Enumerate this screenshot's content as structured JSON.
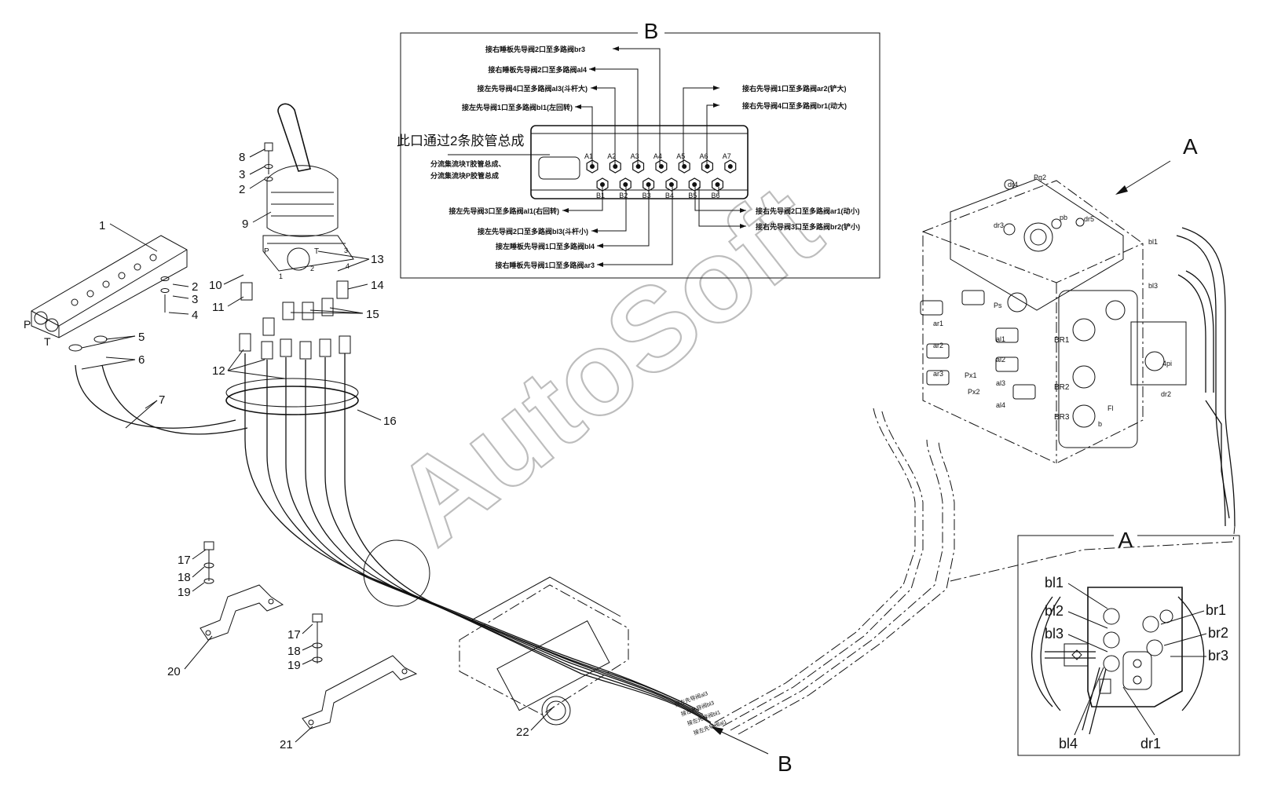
{
  "watermark": "AutoSoft",
  "view_b": {
    "title": "B",
    "port_labels_top": [
      "A1",
      "A2",
      "A3",
      "A4",
      "A5",
      "A6",
      "A7"
    ],
    "port_labels_bottom": [
      "B1",
      "B2",
      "B3",
      "B4",
      "B5",
      "B6"
    ],
    "note_main": "此口通过2条胶管总成",
    "note_sub1": "分流集流块T胶管总成、",
    "note_sub2": "分流集流块P胶管总成",
    "callouts_top": [
      "接右睡板先导阀2口至多路阀br3",
      "接右睡板先导阀2口至多路阀al4",
      "接左先导阀4口至多路阀al3(斗杆大)",
      "接左先导阀1口至多路阀bl1(左回转)"
    ],
    "callouts_right_top": [
      "接右先导阀1口至多路阀ar2(铲大)",
      "接右先导阀4口至多路阀br1(动大)"
    ],
    "callouts_bottom_left": [
      "接左先导阀3口至多路阀al1(右回转)",
      "接左先导阀2口至多路阀bl3(斗杆小)",
      "接左睡板先导阀1口至多路阀bl4",
      "接右睡板先导阀1口至多路阀ar3"
    ],
    "callouts_right_bottom": [
      "接右先导阀2口至多路阀ar1(动小)",
      "接右先导阀3口至多路阀br2(铲小)"
    ]
  },
  "view_a": {
    "title": "A",
    "labels_left": [
      "bl1",
      "bl2",
      "bl3"
    ],
    "labels_right": [
      "br1",
      "br2",
      "br3"
    ],
    "labels_bottom": [
      "bl4",
      "dr1"
    ]
  },
  "arrows": {
    "a": "A",
    "b": "B"
  },
  "valve_ports": [
    "dr4",
    "Pg2",
    "dr3",
    "pb",
    "dr5",
    "bl1",
    "bl3",
    "Ps",
    "ar1",
    "ar2",
    "ar3",
    "al1",
    "al2",
    "al3",
    "al4",
    "Px1",
    "Px2",
    "BR1",
    "BR2",
    "BR3",
    "Fl",
    "b",
    "dr2",
    "4pi"
  ],
  "manifold_ports": [
    "P",
    "T"
  ],
  "pilot_ports": [
    "P",
    "T",
    "1",
    "2",
    "3",
    "4"
  ],
  "part_numbers": [
    "1",
    "2",
    "3",
    "4",
    "5",
    "6",
    "7",
    "8",
    "3",
    "2",
    "9",
    "10",
    "11",
    "12",
    "13",
    "14",
    "15",
    "16",
    "17",
    "18",
    "19",
    "20",
    "17",
    "18",
    "19",
    "21",
    "22"
  ],
  "hose_tags": [
    "接左先导阀al3",
    "接左先导阀bl3",
    "接左先导阀bl1",
    "接左先导阀al1"
  ]
}
